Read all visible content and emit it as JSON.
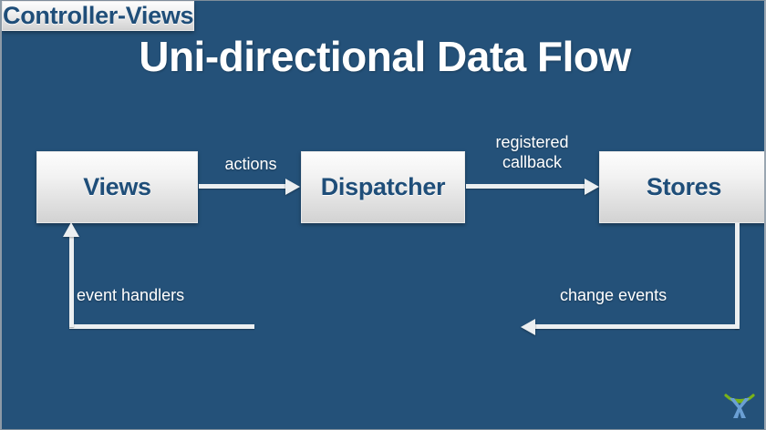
{
  "slide": {
    "title": "Uni-directional Data Flow",
    "background_color": "#245179",
    "node_text_color": "#1f4e79",
    "connector_color": "#eceff1",
    "title_color": "#ffffff"
  },
  "diagram": {
    "type": "flow",
    "nodes": [
      {
        "id": "views",
        "label": "Views"
      },
      {
        "id": "dispatcher",
        "label": "Dispatcher"
      },
      {
        "id": "stores",
        "label": "Stores"
      },
      {
        "id": "controller_views",
        "label": "Controller-Views"
      }
    ],
    "edges": [
      {
        "id": "views-dispatcher",
        "from": "views",
        "to": "dispatcher",
        "label": "actions",
        "direction": "right"
      },
      {
        "id": "dispatcher-stores",
        "from": "dispatcher",
        "to": "stores",
        "label": "registered\ncallback",
        "direction": "right"
      },
      {
        "id": "stores-controller",
        "from": "stores",
        "to": "controller_views",
        "label": "change events",
        "direction": "left"
      },
      {
        "id": "controller-views-back",
        "from": "controller_views",
        "to": "views",
        "label": "event handlers",
        "direction": "up"
      }
    ]
  },
  "logo": {
    "name": "brand-logo",
    "arc_color": "#7ab317",
    "figure_color": "#6a9fd4"
  }
}
